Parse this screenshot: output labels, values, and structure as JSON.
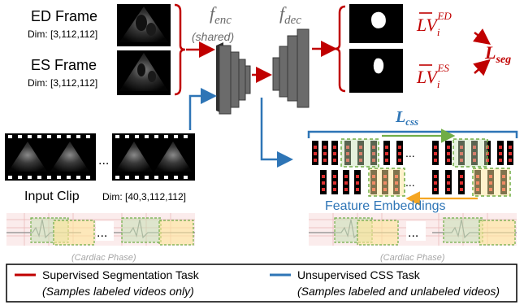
{
  "left": {
    "ed_title": "ED Frame",
    "ed_dim": "Dim: [3,112,112]",
    "es_title": "ES Frame",
    "es_dim": "Dim: [3,112,112]",
    "clip_title": "Input Clip",
    "clip_dim": "Dim: [40,3,112,112]",
    "ellipsis": "..."
  },
  "network": {
    "encoder_label": "f",
    "encoder_sub": "enc",
    "encoder_note": "(shared)",
    "decoder_label": "f",
    "decoder_sub": "dec"
  },
  "outputs": {
    "lv_ed_base": "LV",
    "lv_ed_sub": "i",
    "lv_ed_sup": "ED",
    "lv_es_base": "LV",
    "lv_es_sub": "i",
    "lv_es_sup": "ES",
    "seg_loss": "L",
    "seg_loss_sub": "seg"
  },
  "css": {
    "loss": "L",
    "loss_sub": "css",
    "embeddings_label": "Feature Embeddings",
    "ellipsis": "..."
  },
  "phase": {
    "left_label": "(Cardiac Phase)",
    "right_label": "(Cardiac Phase)",
    "ellipsis": "..."
  },
  "legend": {
    "sup_title": "Supervised Segmentation Task",
    "sup_note": "(Samples labeled videos only)",
    "unsup_title": "Unsupervised CSS Task",
    "unsup_note": "(Samples labeled and unlabeled videos)"
  },
  "colors": {
    "red": "#c00000",
    "blue": "#2e75b6",
    "green": "#70ad47",
    "orange": "#f5a623"
  }
}
